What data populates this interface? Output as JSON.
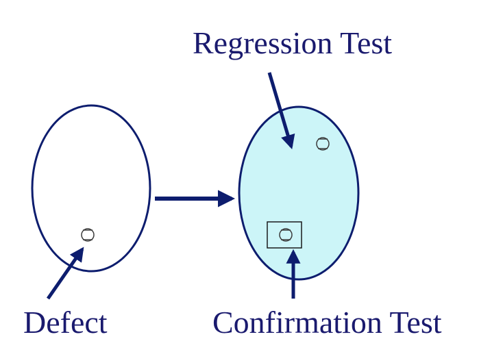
{
  "labels": {
    "regression_test": "Regression Test",
    "defect": "Defect",
    "confirmation_test": "Confirmation Test"
  },
  "colors": {
    "outline": "#0d1d6e",
    "arrow": "#0d1d6e",
    "after_fill": "#ccf5f8",
    "before_fill": "#ffffff",
    "marker": "#3a3a3a",
    "text": "#1a1a6e"
  }
}
